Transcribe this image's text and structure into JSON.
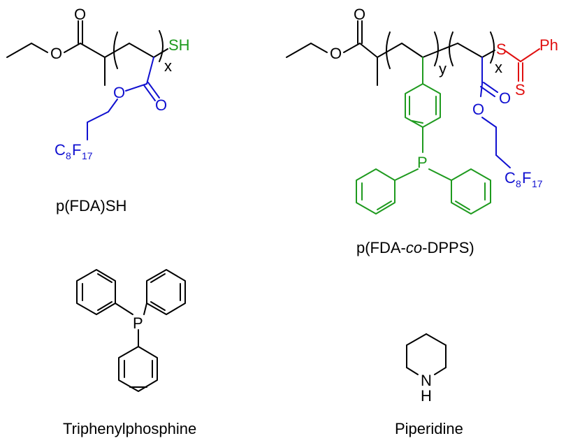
{
  "colors": {
    "black": "#000000",
    "blue": "#1010d0",
    "green": "#1e9a1e",
    "red": "#e01010"
  },
  "structures": {
    "pfdash": {
      "caption": "p(FDA)SH",
      "atom_o1": "O",
      "atom_o2": "O",
      "atom_o3": "O",
      "atom_o4": "O",
      "atom_sh": "SH",
      "repeat_x": "x",
      "cf_c": "C",
      "cf_8": "8",
      "cf_f": "F",
      "cf_17": "17"
    },
    "pfdadpps": {
      "caption_pre": "p(FDA-",
      "caption_co": "co",
      "caption_post": "-DPPS)",
      "atom_o1": "O",
      "atom_o2": "O",
      "atom_o3": "O",
      "atom_o4": "O",
      "atom_s1": "S",
      "atom_s2": "S",
      "atom_ph": "Ph",
      "atom_p": "P",
      "repeat_y": "y",
      "repeat_x": "x",
      "cf_c": "C",
      "cf_8": "8",
      "cf_f": "F",
      "cf_17": "17"
    },
    "tpp": {
      "caption": "Triphenylphosphine",
      "atom_p": "P"
    },
    "pip": {
      "caption": "Piperidine",
      "atom_n": "N",
      "atom_h": "H"
    }
  }
}
